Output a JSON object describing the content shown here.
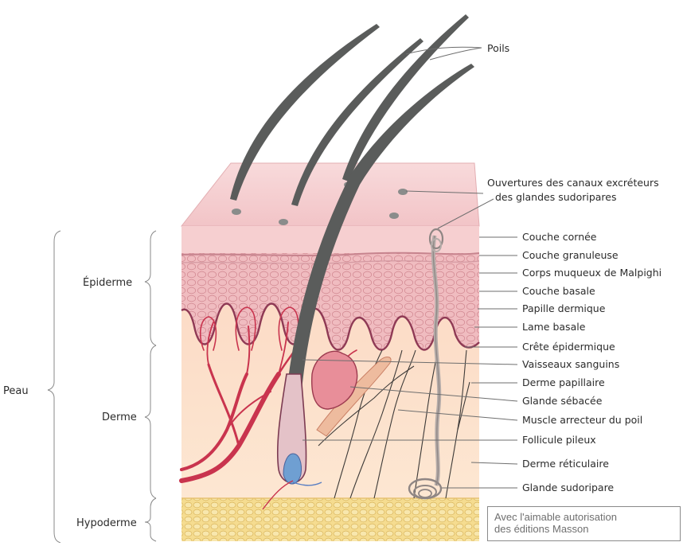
{
  "diagram": {
    "groups": {
      "peau": "Peau",
      "epiderme": "Épiderme",
      "derme": "Derme",
      "hypoderme": "Hypoderme"
    },
    "labels": {
      "poils": "Poils",
      "ouvertures_1": "Ouvertures des canaux excréteurs",
      "ouvertures_2": "des glandes sudoripares",
      "couche_cornee": "Couche cornée",
      "couche_granuleuse": "Couche granuleuse",
      "corps_muqueux": "Corps muqueux de Malpighi",
      "couche_basale": "Couche  basale",
      "papille_dermique": "Papille dermique",
      "lame_basale": "Lame basale",
      "crete_epidermique": "Crête épidermique",
      "vaisseaux_sanguins": "Vaisseaux sanguins",
      "derme_papillaire": "Derme papillaire",
      "glande_sebacee": "Glande sébacée",
      "muscle_arrecteur": "Muscle arrecteur du poil",
      "follicule_pileux": "Follicule pileux",
      "derme_reticulaire": "Derme réticulaire",
      "glande_sudoripare": "Glande sudoripare"
    },
    "credit": {
      "line1": "Avec l'aimable autorisation",
      "line2": "des éditions Masson"
    },
    "colors": {
      "stratum_corneum": "#f6cfd0",
      "epidermis": "#efb9bd",
      "dermis": "#fbdcc0",
      "hypodermis": "#f4d98a",
      "hair": "#5a5c5b",
      "vessels": "#c9344e",
      "sebaceous_gland": "#e88e99"
    }
  }
}
